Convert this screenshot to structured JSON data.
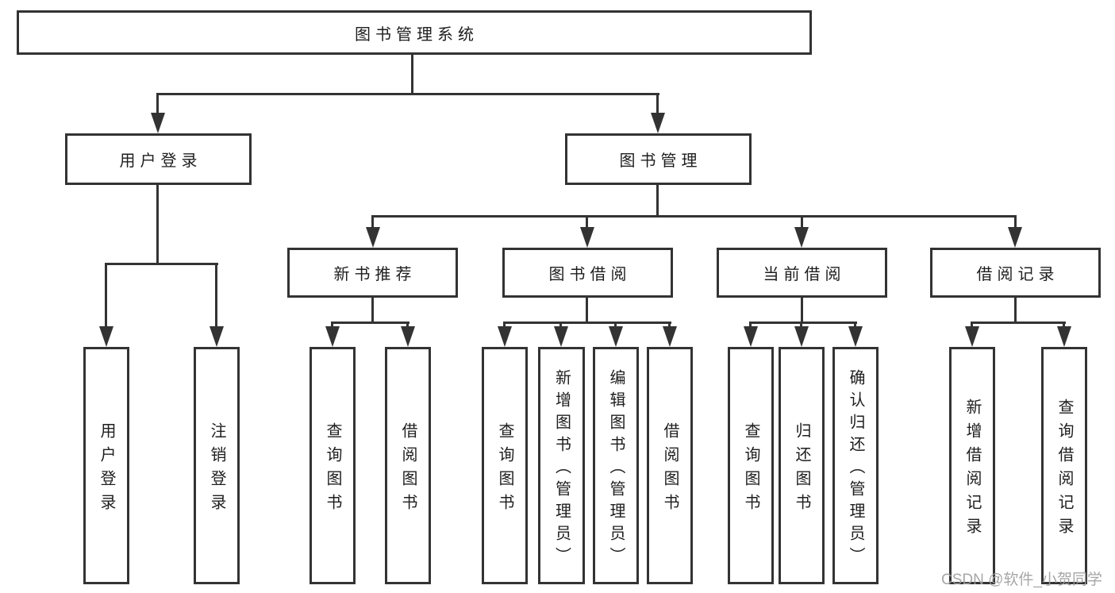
{
  "diagram": {
    "root": "图书管理系统",
    "level2": {
      "user_login": "用户登录",
      "book_management": "图书管理"
    },
    "level3": {
      "new_book_recommendation": "新书推荐",
      "book_borrowing": "图书借阅",
      "current_borrowing": "当前借阅",
      "borrowing_records": "借阅记录"
    },
    "leaves": {
      "user_login": "用户登录",
      "logout": "注销登录",
      "recommend_query_books": "查询图书",
      "recommend_borrow_books": "借阅图书",
      "borrow_query_books": "查询图书",
      "borrow_add_books": "新增图书（管理员）",
      "borrow_edit_books": "编辑图书（管理员）",
      "borrow_borrow_books": "借阅图书",
      "current_query_books": "查询图书",
      "current_return_books": "归还图书",
      "current_confirm_return": "确认归还（管理员）",
      "records_add_record": "新增借阅记录",
      "records_query_record": "查询借阅记录"
    }
  },
  "watermark": {
    "text": "CSDN @软件_小贺同学"
  },
  "colors": {
    "line": "#333333",
    "box_border": "#333333",
    "box_fill": "#ffffff",
    "text": "#1e1e1e",
    "watermark": "#9e9e9e"
  }
}
